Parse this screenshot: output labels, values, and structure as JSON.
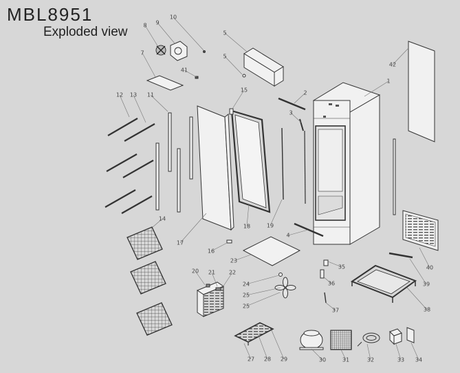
{
  "title": "MBL8951",
  "subtitle": "Exploded view",
  "colors": {
    "background": "#d7d7d7",
    "part_fill": "#f1f1f1",
    "stroke": "#333333",
    "label": "#444444",
    "leader": "#777777"
  },
  "callouts": [
    "1",
    "2",
    "3",
    "4",
    "5",
    "5",
    "7",
    "8",
    "9",
    "10",
    "11",
    "12",
    "13",
    "14",
    "15",
    "16",
    "17",
    "18",
    "19",
    "20",
    "21",
    "22",
    "23",
    "24",
    "25",
    "25",
    "27",
    "28",
    "29",
    "30",
    "31",
    "32",
    "33",
    "34",
    "35",
    "36",
    "37",
    "38",
    "39",
    "40",
    "41",
    "42"
  ]
}
